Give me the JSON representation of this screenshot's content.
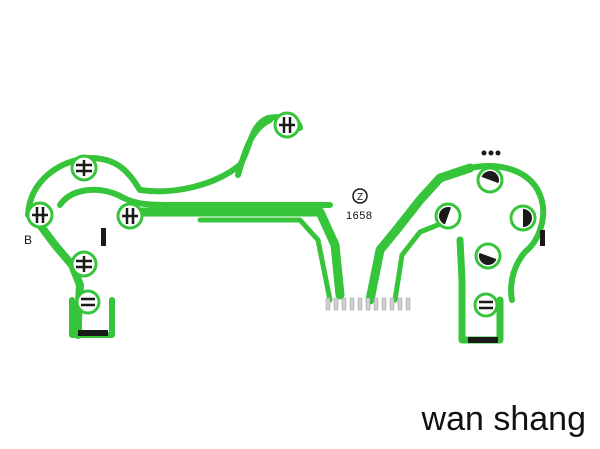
{
  "board": {
    "label_b": "B",
    "part_number": "1658",
    "mark_symbol": "Z",
    "trace_color": "#36c43a",
    "pad_color": "#1a1a1a"
  },
  "caption": {
    "text": "wan shang"
  }
}
